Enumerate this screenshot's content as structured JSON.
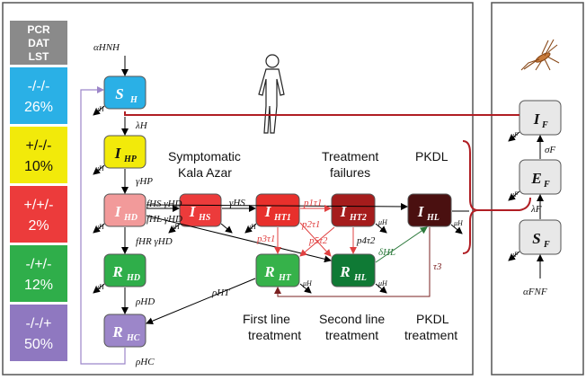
{
  "legend": {
    "header_lines": [
      "PCR",
      "DAT",
      "LST"
    ],
    "rows": [
      {
        "code": "-/-/-",
        "percent": "26%",
        "color": "#2ab0e6"
      },
      {
        "code": "+/-/-",
        "percent": "10%",
        "color": "#f2ea0a"
      },
      {
        "code": "+/+/-",
        "percent": "2%",
        "color": "#ec3b3b"
      },
      {
        "code": "-/+/-",
        "percent": "12%",
        "color": "#2fae4a"
      },
      {
        "code": "-/-/+",
        "percent": "50%",
        "color": "#8f78c0"
      }
    ]
  },
  "compartments": {
    "SH": {
      "main": "S",
      "sub": "H"
    },
    "IHP": {
      "main": "I",
      "sub": "HP"
    },
    "IHD": {
      "main": "I",
      "sub": "HD"
    },
    "RHD": {
      "main": "R",
      "sub": "HD"
    },
    "RHC": {
      "main": "R",
      "sub": "HC"
    },
    "IHS": {
      "main": "I",
      "sub": "HS"
    },
    "IHT1": {
      "main": "I",
      "sub": "HT1"
    },
    "IHT2": {
      "main": "I",
      "sub": "HT2"
    },
    "IHL": {
      "main": "I",
      "sub": "HL"
    },
    "RHT": {
      "main": "R",
      "sub": "HT"
    },
    "RHL": {
      "main": "R",
      "sub": "HL"
    },
    "IF": {
      "main": "I",
      "sub": "F"
    },
    "EF": {
      "main": "E",
      "sub": "F"
    },
    "SF": {
      "main": "S",
      "sub": "F"
    }
  },
  "headings": {
    "symptomatic_line1": "Symptomatic",
    "symptomatic_line2": "Kala Azar",
    "treatment_line1": "Treatment",
    "treatment_line2": "failures",
    "pkdl": "PKDL",
    "first_line_1": "First line",
    "first_line_2": "treatment",
    "second_line_1": "Second line",
    "second_line_2": "treatment",
    "pkdl_tr_1": "PKDL",
    "pkdl_tr_2": "treatment"
  },
  "rates": {
    "birth_h": "αHNH",
    "lambda_h": "λH",
    "gamma_hp": "γHP",
    "f_hs_gamma_hd": "fHS γHD",
    "f_hl_gamma_hd": "fHL γHD",
    "f_hr_gamma_hd": "fHR γHD",
    "gamma_hs": "γHS",
    "rho_hd": "ρHD",
    "rho_ht": "ρHT",
    "rho_hc": "ρHC",
    "p1_tau1": "p1τ1",
    "p2_tau1": "p2τ1",
    "p3_tau1": "p3τ1",
    "p5_tau2": "p5τ2",
    "p4_tau2": "p4τ2",
    "delta_hl": "δHL",
    "tau3": "τ3",
    "mu_h": "μH",
    "sigma_f": "σF",
    "lambda_f": "λF",
    "birth_f": "αFNF",
    "mu_f": "μF"
  },
  "colors": {
    "SH": "#2ab0e6",
    "IHP": "#f2ea0a",
    "IHD": "#f29a9a",
    "RHD": "#2fae4a",
    "RHC": "#9c86c9",
    "IHS": "#ec3b3b",
    "IHT1": "#e8302c",
    "IHT2": "#a51c1c",
    "IHL": "#4a1010",
    "RHT": "#36b24a",
    "RHL": "#0f7a35",
    "vector": "#e8e8e8",
    "infection_link": "#b01e24",
    "failure_arrow": "#e04040",
    "relapse_arrow": "#2d7a3c",
    "recovery_loop": "#9c86c9"
  }
}
